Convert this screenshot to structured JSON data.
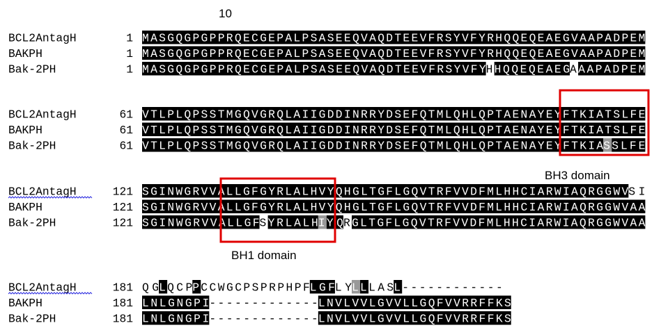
{
  "top_label": "10",
  "domain_labels": {
    "bh3": "BH3 domain",
    "bh1": "BH1 domain"
  },
  "colors": {
    "identical_bg": "#000000",
    "similar_bg": "#999999",
    "highlight": "#e00000",
    "underline": "#2a2adf"
  },
  "blocks": [
    {
      "rows": [
        {
          "name": "BCL2AntagH",
          "start": "1",
          "underlined": false,
          "segments": [
            {
              "text": "MASGQGPGPPRQECGEPALPSASEEQVAQDTEEVFRSYVFYRHQQEQEAEGVAAPADPEM",
              "style": "black"
            }
          ]
        },
        {
          "name": "BAKPH",
          "start": "1",
          "underlined": false,
          "segments": [
            {
              "text": "MASGQGPGPPRQECGEPALPSASEEQVAQDTEEVFRSYVFYRHQQEQEAEGVAAPADPEM",
              "style": "black"
            }
          ]
        },
        {
          "name": "Bak-2PH",
          "start": "1",
          "underlined": false,
          "segments": [
            {
              "text": "MASGQGPGPPRQECGEPALPSASEEQVAQDTEEVFRSYVFY",
              "style": "black"
            },
            {
              "text": "H",
              "style": "white"
            },
            {
              "text": "HQQEQEAEG",
              "style": "black"
            },
            {
              "text": "A",
              "style": "white"
            },
            {
              "text": "AAPADPEM",
              "style": "black"
            }
          ]
        }
      ]
    },
    {
      "rows": [
        {
          "name": "BCL2AntagH",
          "start": "61",
          "underlined": false,
          "segments": [
            {
              "text": "VTLPLQPSSTMGQVGRQLAIIGDDINRRYDSEFQTMLQHLQPTAENAYEYFTKIATSLFE",
              "style": "black"
            }
          ]
        },
        {
          "name": "BAKPH",
          "start": "61",
          "underlined": false,
          "segments": [
            {
              "text": "VTLPLQPSSTMGQVGRQLAIIGDDINRRYDSEFQTMLQHLQPTAENAYEYFTKIATSLFE",
              "style": "black"
            }
          ]
        },
        {
          "name": "Bak-2PH",
          "start": "61",
          "underlined": false,
          "segments": [
            {
              "text": "VTLPLQPSSTMGQVGRQLAIIGDDINRRYDSEFQTMLQHLQPTAENAYEYFTKIA",
              "style": "black"
            },
            {
              "text": "S",
              "style": "gray"
            },
            {
              "text": "SLFE",
              "style": "black"
            }
          ]
        }
      ]
    },
    {
      "rows": [
        {
          "name": "BCL2AntagH",
          "start": "121",
          "underlined": true,
          "segments": [
            {
              "text": "SGINWGRVVALLGFGYRLALHVYQHGLTGFLGQVTRFVVDFMLHHCIARWIAQRGGWV",
              "style": "black"
            },
            {
              "text": "SI",
              "style": "white"
            }
          ]
        },
        {
          "name": "BAKPH",
          "start": "121",
          "underlined": false,
          "segments": [
            {
              "text": "SGINWGRVVALLGFGYRLALHVYQHGLTGFLGQVTRFVVDFMLHHCIARWIAQRGGWVAA",
              "style": "black"
            }
          ]
        },
        {
          "name": "Bak-2PH",
          "start": "121",
          "underlined": false,
          "segments": [
            {
              "text": "SGINWGRVVALLGF",
              "style": "black"
            },
            {
              "text": "S",
              "style": "white"
            },
            {
              "text": "YRLALH",
              "style": "black"
            },
            {
              "text": "I",
              "style": "gray"
            },
            {
              "text": "YQ",
              "style": "black"
            },
            {
              "text": "R",
              "style": "white"
            },
            {
              "text": "GLTGFLGQVTRFVVDFMLHHCIARWIAQRGGWVAA",
              "style": "black"
            }
          ]
        }
      ]
    },
    {
      "rows": [
        {
          "name": "BCL2AntagH",
          "start": "181",
          "underlined": true,
          "segments": [
            {
              "text": "QG",
              "style": "white"
            },
            {
              "text": "L",
              "style": "black"
            },
            {
              "text": "QCP",
              "style": "white"
            },
            {
              "text": "P",
              "style": "black"
            },
            {
              "text": "CCWGCPSPRPHPF",
              "style": "white"
            },
            {
              "text": "LGF",
              "style": "black"
            },
            {
              "text": "LY",
              "style": "white"
            },
            {
              "text": "L",
              "style": "gray"
            },
            {
              "text": "L",
              "style": "black"
            },
            {
              "text": "LAS",
              "style": "white"
            },
            {
              "text": "L",
              "style": "black"
            },
            {
              "text": "------------",
              "style": "white"
            }
          ]
        },
        {
          "name": "BAKPH",
          "start": "181",
          "underlined": false,
          "segments": [
            {
              "text": "LNLGNGPI",
              "style": "black"
            },
            {
              "text": "-------------",
              "style": "white"
            },
            {
              "text": "LNVLVVLGVVLLGQFVVRRFFKS",
              "style": "black"
            }
          ]
        },
        {
          "name": "Bak-2PH",
          "start": "181",
          "underlined": false,
          "segments": [
            {
              "text": "LNLGNGPI",
              "style": "black"
            },
            {
              "text": "-------------",
              "style": "white"
            },
            {
              "text": "LNVLVVLGVVLLGQFVVRRFFKS",
              "style": "black"
            }
          ]
        }
      ]
    }
  ]
}
